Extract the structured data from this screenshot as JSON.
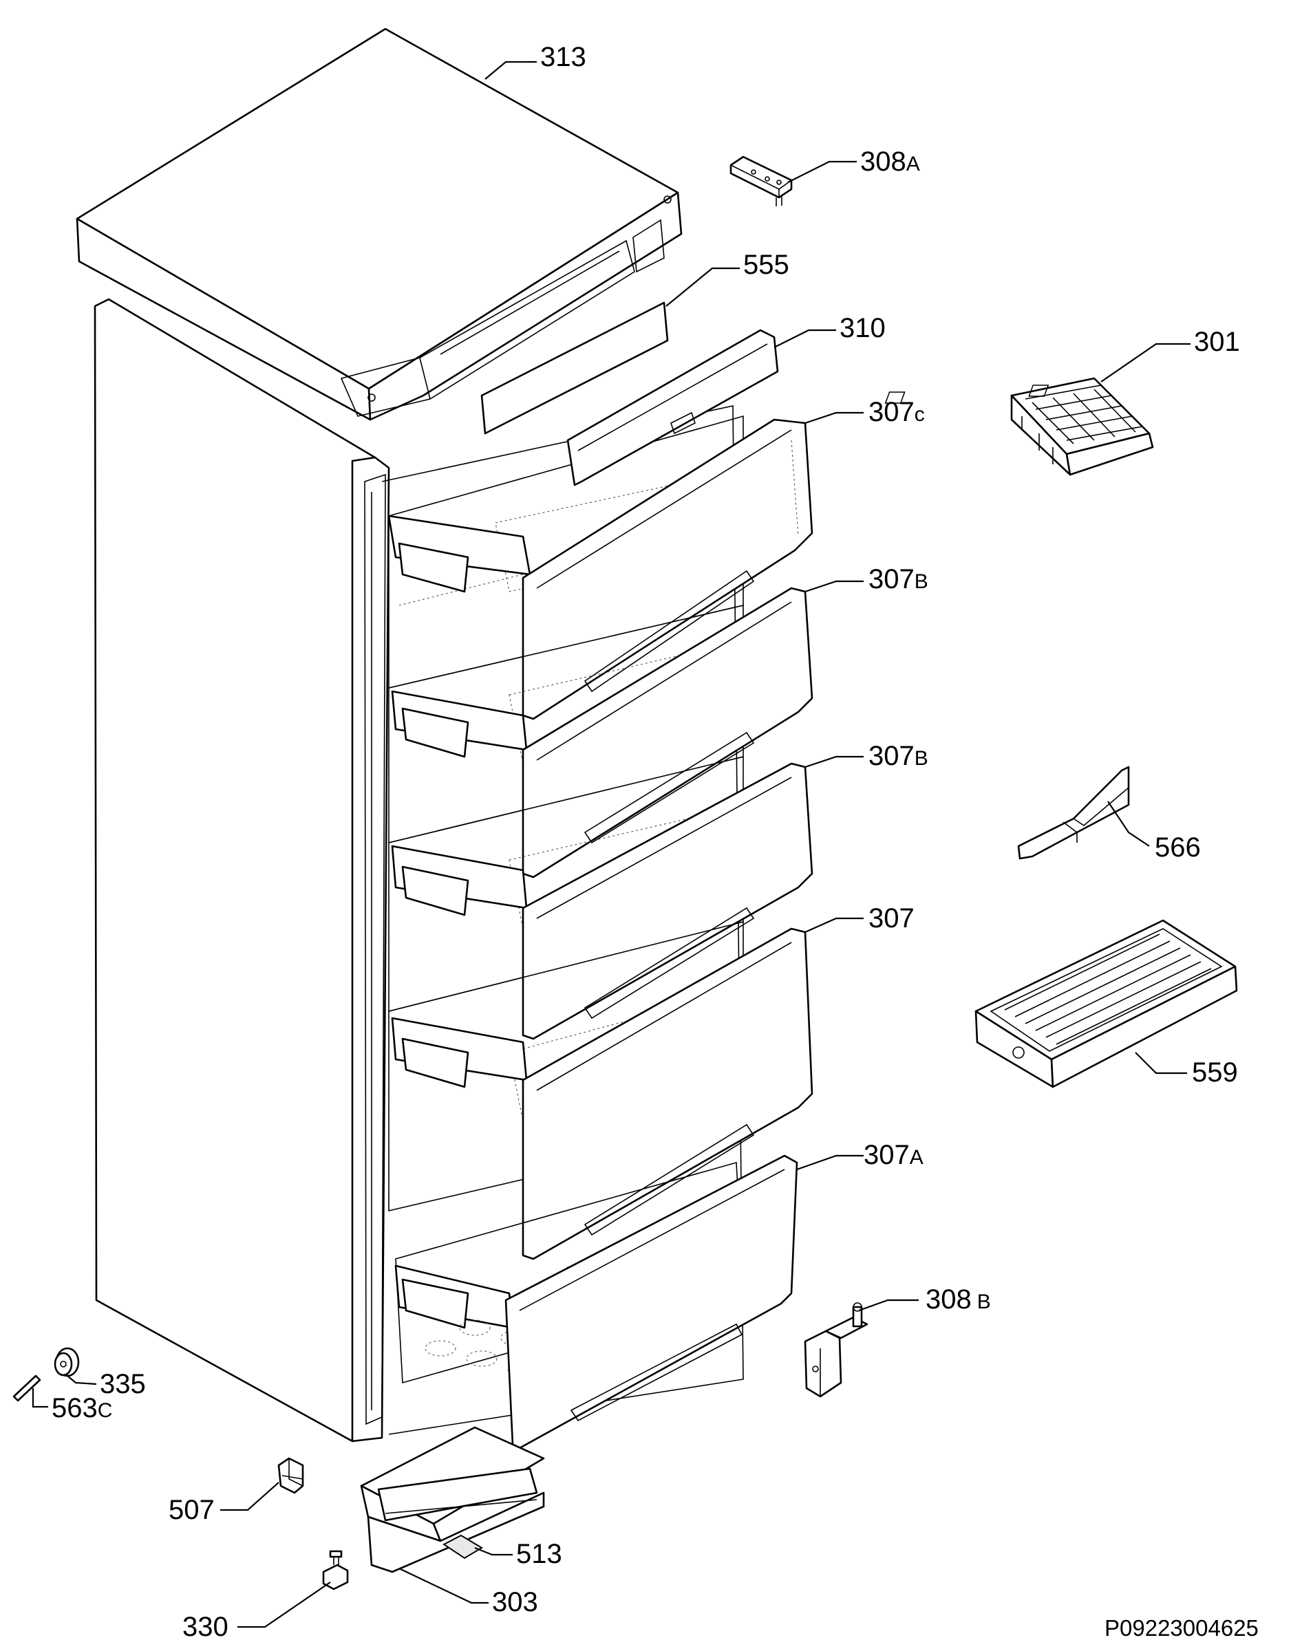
{
  "callouts": {
    "c313": "313",
    "c308a": "308",
    "c308a_suffix": "A",
    "c555": "555",
    "c310": "310",
    "c301": "301",
    "c307c": "307",
    "c307c_suffix": "c",
    "c307b_1": "307",
    "c307b_1_suffix": "B",
    "c307b_2": "307",
    "c307b_2_suffix": "B",
    "c566": "566",
    "c307": "307",
    "c559": "559",
    "c307a": "307",
    "c307a_suffix": "A",
    "c308b": "308",
    "c308b_suffix": "B",
    "c335": "335",
    "c563c": "563",
    "c563c_suffix": "C",
    "c507": "507",
    "c513": "513",
    "c303": "303",
    "c330": "330"
  },
  "drawing_code": "P09223004625"
}
